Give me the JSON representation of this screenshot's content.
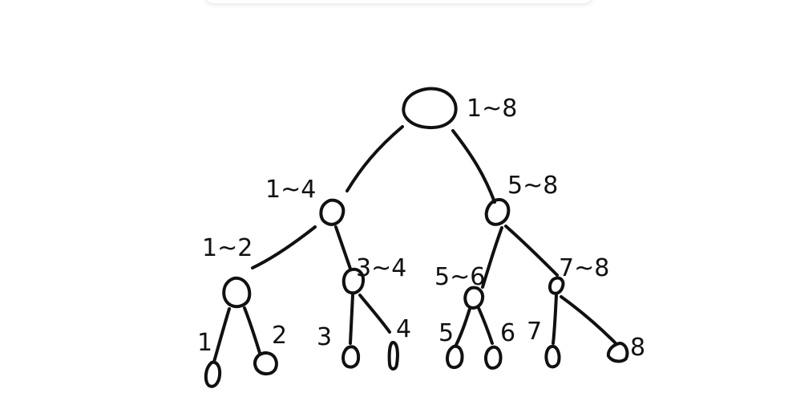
{
  "diagram": {
    "type": "segment-tree",
    "stroke_color": "#111111",
    "background_color": "#ffffff",
    "nodes": [
      {
        "id": "root",
        "label": "1~8",
        "level": 0
      },
      {
        "id": "n14",
        "label": "1~4",
        "level": 1
      },
      {
        "id": "n58",
        "label": "5~8",
        "level": 1
      },
      {
        "id": "n12",
        "label": "1~2",
        "level": 2
      },
      {
        "id": "n34",
        "label": "3~4",
        "level": 2
      },
      {
        "id": "n56",
        "label": "5~6",
        "level": 2
      },
      {
        "id": "n78",
        "label": "7~8",
        "level": 2
      },
      {
        "id": "l1",
        "label": "1",
        "level": 3
      },
      {
        "id": "l2",
        "label": "2",
        "level": 3
      },
      {
        "id": "l3",
        "label": "3",
        "level": 3
      },
      {
        "id": "l4",
        "label": "4",
        "level": 3
      },
      {
        "id": "l5",
        "label": "5",
        "level": 3
      },
      {
        "id": "l6",
        "label": "6",
        "level": 3
      },
      {
        "id": "l7",
        "label": "7",
        "level": 3
      },
      {
        "id": "l8",
        "label": "8",
        "level": 3
      }
    ],
    "edges": [
      [
        "root",
        "n14"
      ],
      [
        "root",
        "n58"
      ],
      [
        "n14",
        "n12"
      ],
      [
        "n14",
        "n34"
      ],
      [
        "n58",
        "n56"
      ],
      [
        "n58",
        "n78"
      ],
      [
        "n12",
        "l1"
      ],
      [
        "n12",
        "l2"
      ],
      [
        "n34",
        "l3"
      ],
      [
        "n34",
        "l4"
      ],
      [
        "n56",
        "l5"
      ],
      [
        "n56",
        "l6"
      ],
      [
        "n78",
        "l7"
      ],
      [
        "n78",
        "l8"
      ]
    ]
  }
}
